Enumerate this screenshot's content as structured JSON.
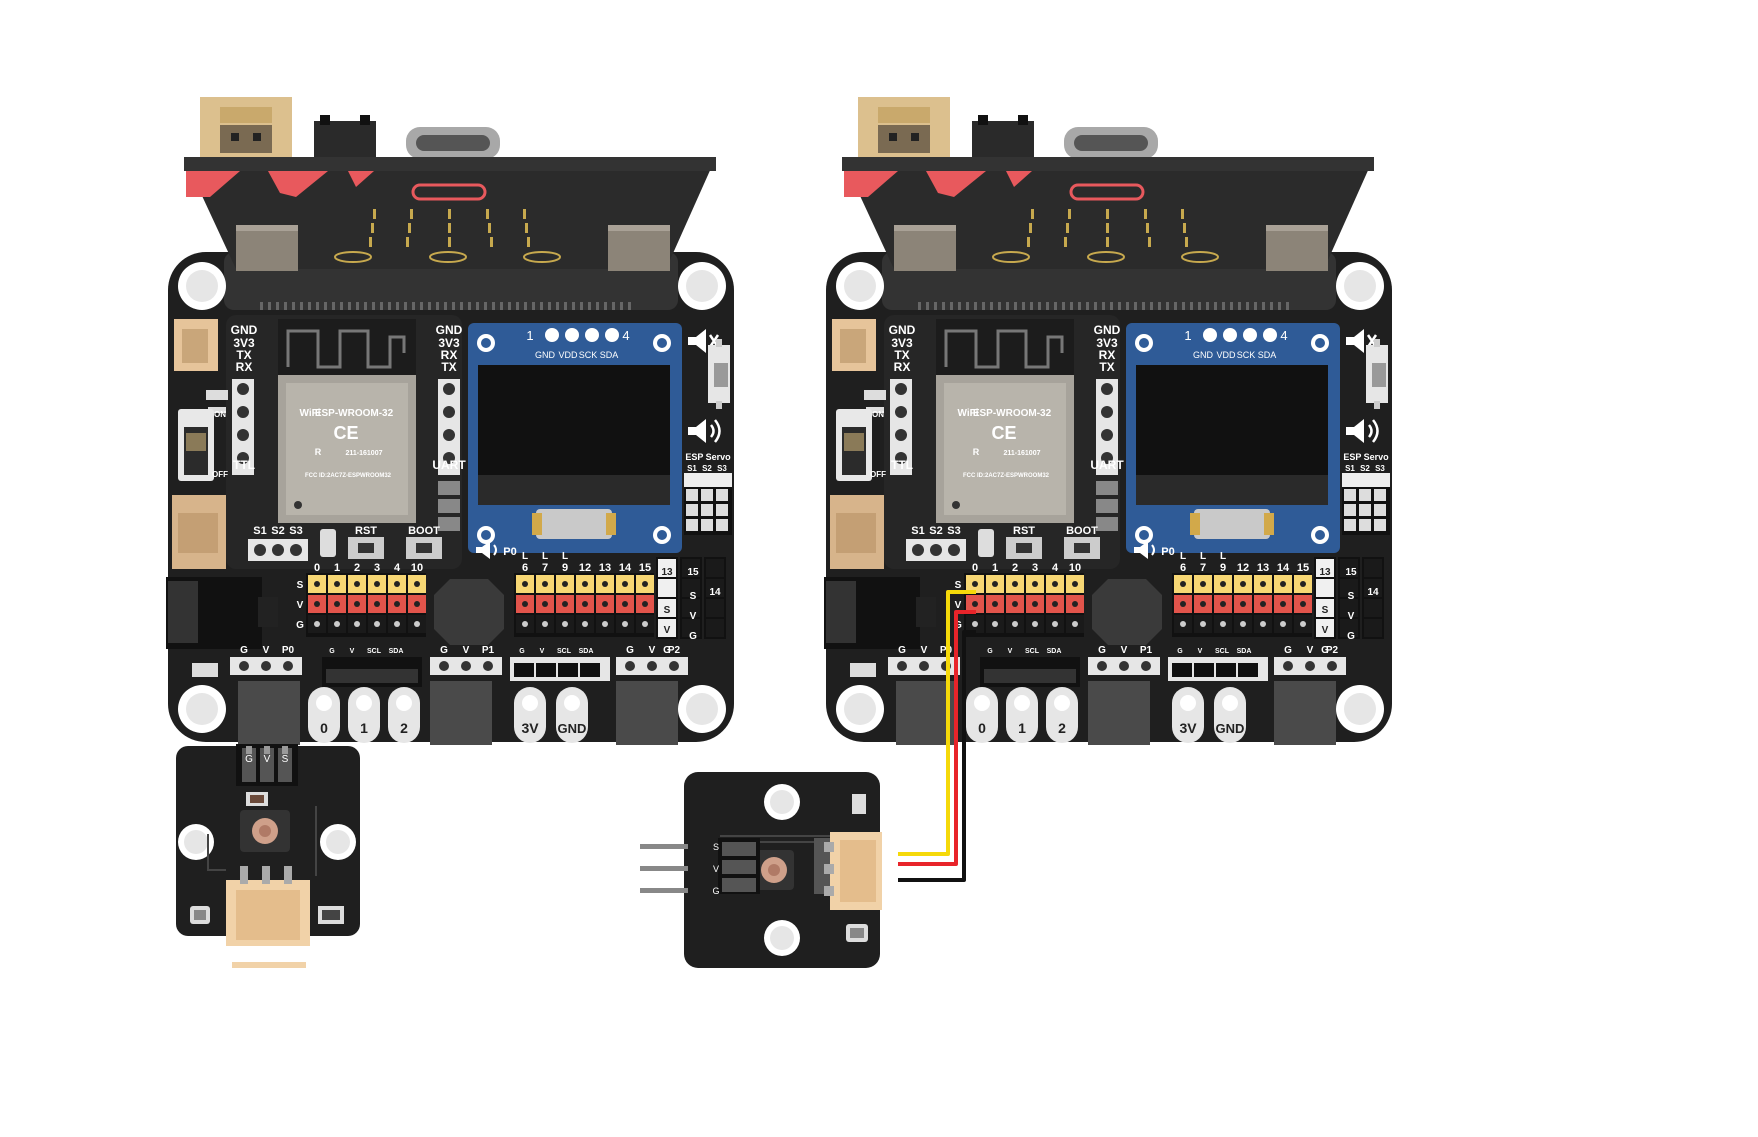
{
  "board": {
    "ttl_pins": [
      "GND",
      "3V3",
      "TX",
      "RX"
    ],
    "ttl_label": "TTL",
    "uart_pins": [
      "GND",
      "3V3",
      "RX",
      "TX"
    ],
    "uart_label": "UART",
    "switch_on": "ON",
    "switch_off": "OFF",
    "module_name": "ESP-WROOM-32",
    "wifi_logo": "WiFi",
    "ce_mark": "CE",
    "r_mark": "R",
    "r_code": "211-161007",
    "fcc_id": "FCC ID:2AC7Z-ESPWROOM32",
    "s_labels": [
      "S1",
      "S2",
      "S3"
    ],
    "rst": "RST",
    "boot": "BOOT",
    "p0_label": "P0",
    "oled_num_left": "1",
    "oled_num_right": "4",
    "oled_pins": [
      "GND",
      "VDD",
      "SCK",
      "SDA"
    ],
    "servo_title": "ESP Servo",
    "servo_pins": [
      "S1",
      "S2",
      "S3"
    ],
    "left_row_nums": [
      "0",
      "1",
      "2",
      "3",
      "4",
      "10"
    ],
    "mid_row_nums": [
      "6",
      "7",
      "9",
      "12",
      "13",
      "14",
      "15"
    ],
    "mid_row_L": [
      "L",
      "L",
      "L"
    ],
    "row_labels_SVG": [
      "S",
      "V",
      "G"
    ],
    "side_nums": [
      "13",
      "15",
      "14"
    ],
    "p0_header": [
      "G",
      "V",
      "P0"
    ],
    "i2c_header": [
      "G",
      "V",
      "SCL",
      "SDA"
    ],
    "p1_header": [
      "G",
      "V",
      "P1"
    ],
    "p2_header": [
      "G",
      "V",
      "P2"
    ],
    "edge_labels": [
      "0",
      "1",
      "2",
      "3V",
      "GND"
    ]
  },
  "module": {
    "pins": [
      "G",
      "V",
      "S"
    ]
  },
  "colors": {
    "board": "#1f1f1f",
    "wire_yellow": "#f5d90a",
    "wire_red": "#e8242a",
    "wire_black": "#111111",
    "header_yellow": "#f7d774",
    "header_red": "#e2544b"
  }
}
